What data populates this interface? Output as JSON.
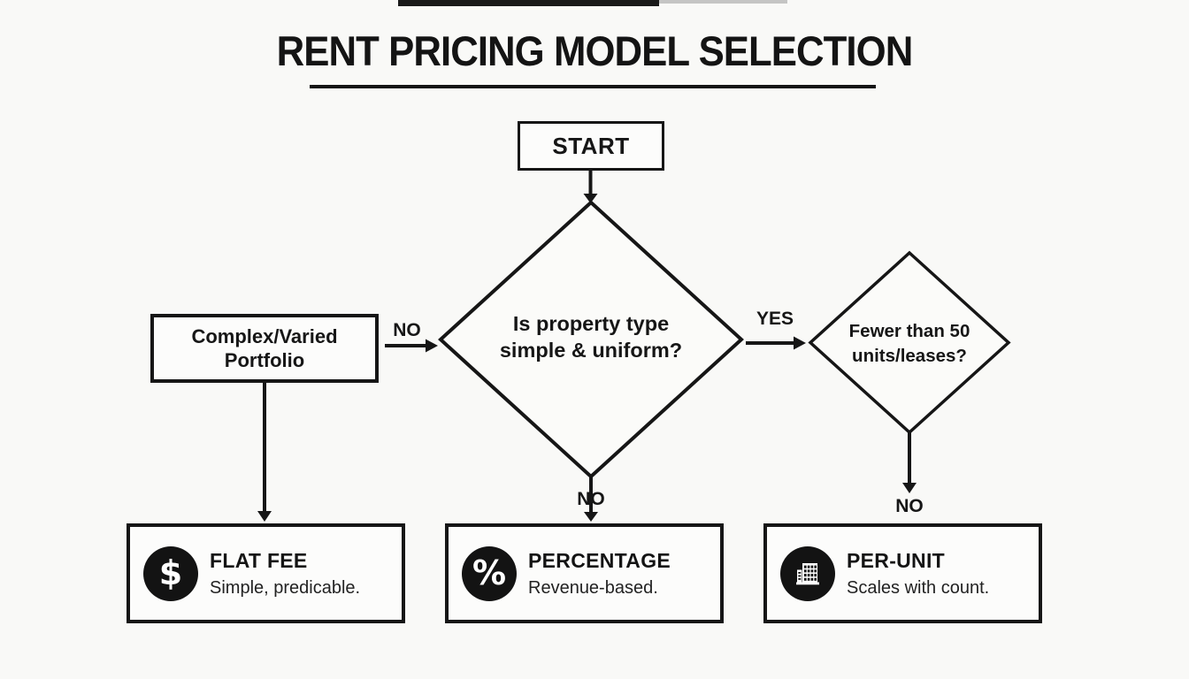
{
  "colors": {
    "background": "#f9f9f7",
    "ink": "#161616",
    "badge_fill": "#131313",
    "badge_glyph": "#ffffff"
  },
  "title": {
    "text": "RENT PRICING MODEL SELECTION"
  },
  "flowchart": {
    "start_label": "START",
    "main_decision": {
      "line1": "Is property type",
      "line2": "simple & uniform?"
    },
    "units_decision": {
      "line1": "Fewer than 50",
      "line2": "units/leases?"
    },
    "complex_box": {
      "line1": "Complex/Varied",
      "line2": "Portfolio"
    },
    "labels": {
      "no_left": "NO",
      "yes_right": "YES",
      "no_center": "NO",
      "no_right": "NO"
    },
    "outcomes": [
      {
        "icon": "dollar-sign-icon",
        "glyph": "$",
        "title": "FLAT FEE",
        "subtitle": "Simple, predicable."
      },
      {
        "icon": "percent-icon",
        "glyph": "%",
        "title": "PERCENTAGE",
        "subtitle": "Revenue-based."
      },
      {
        "icon": "building-icon",
        "glyph": "",
        "title": "PER-UNIT",
        "subtitle": "Scales with count."
      }
    ]
  }
}
